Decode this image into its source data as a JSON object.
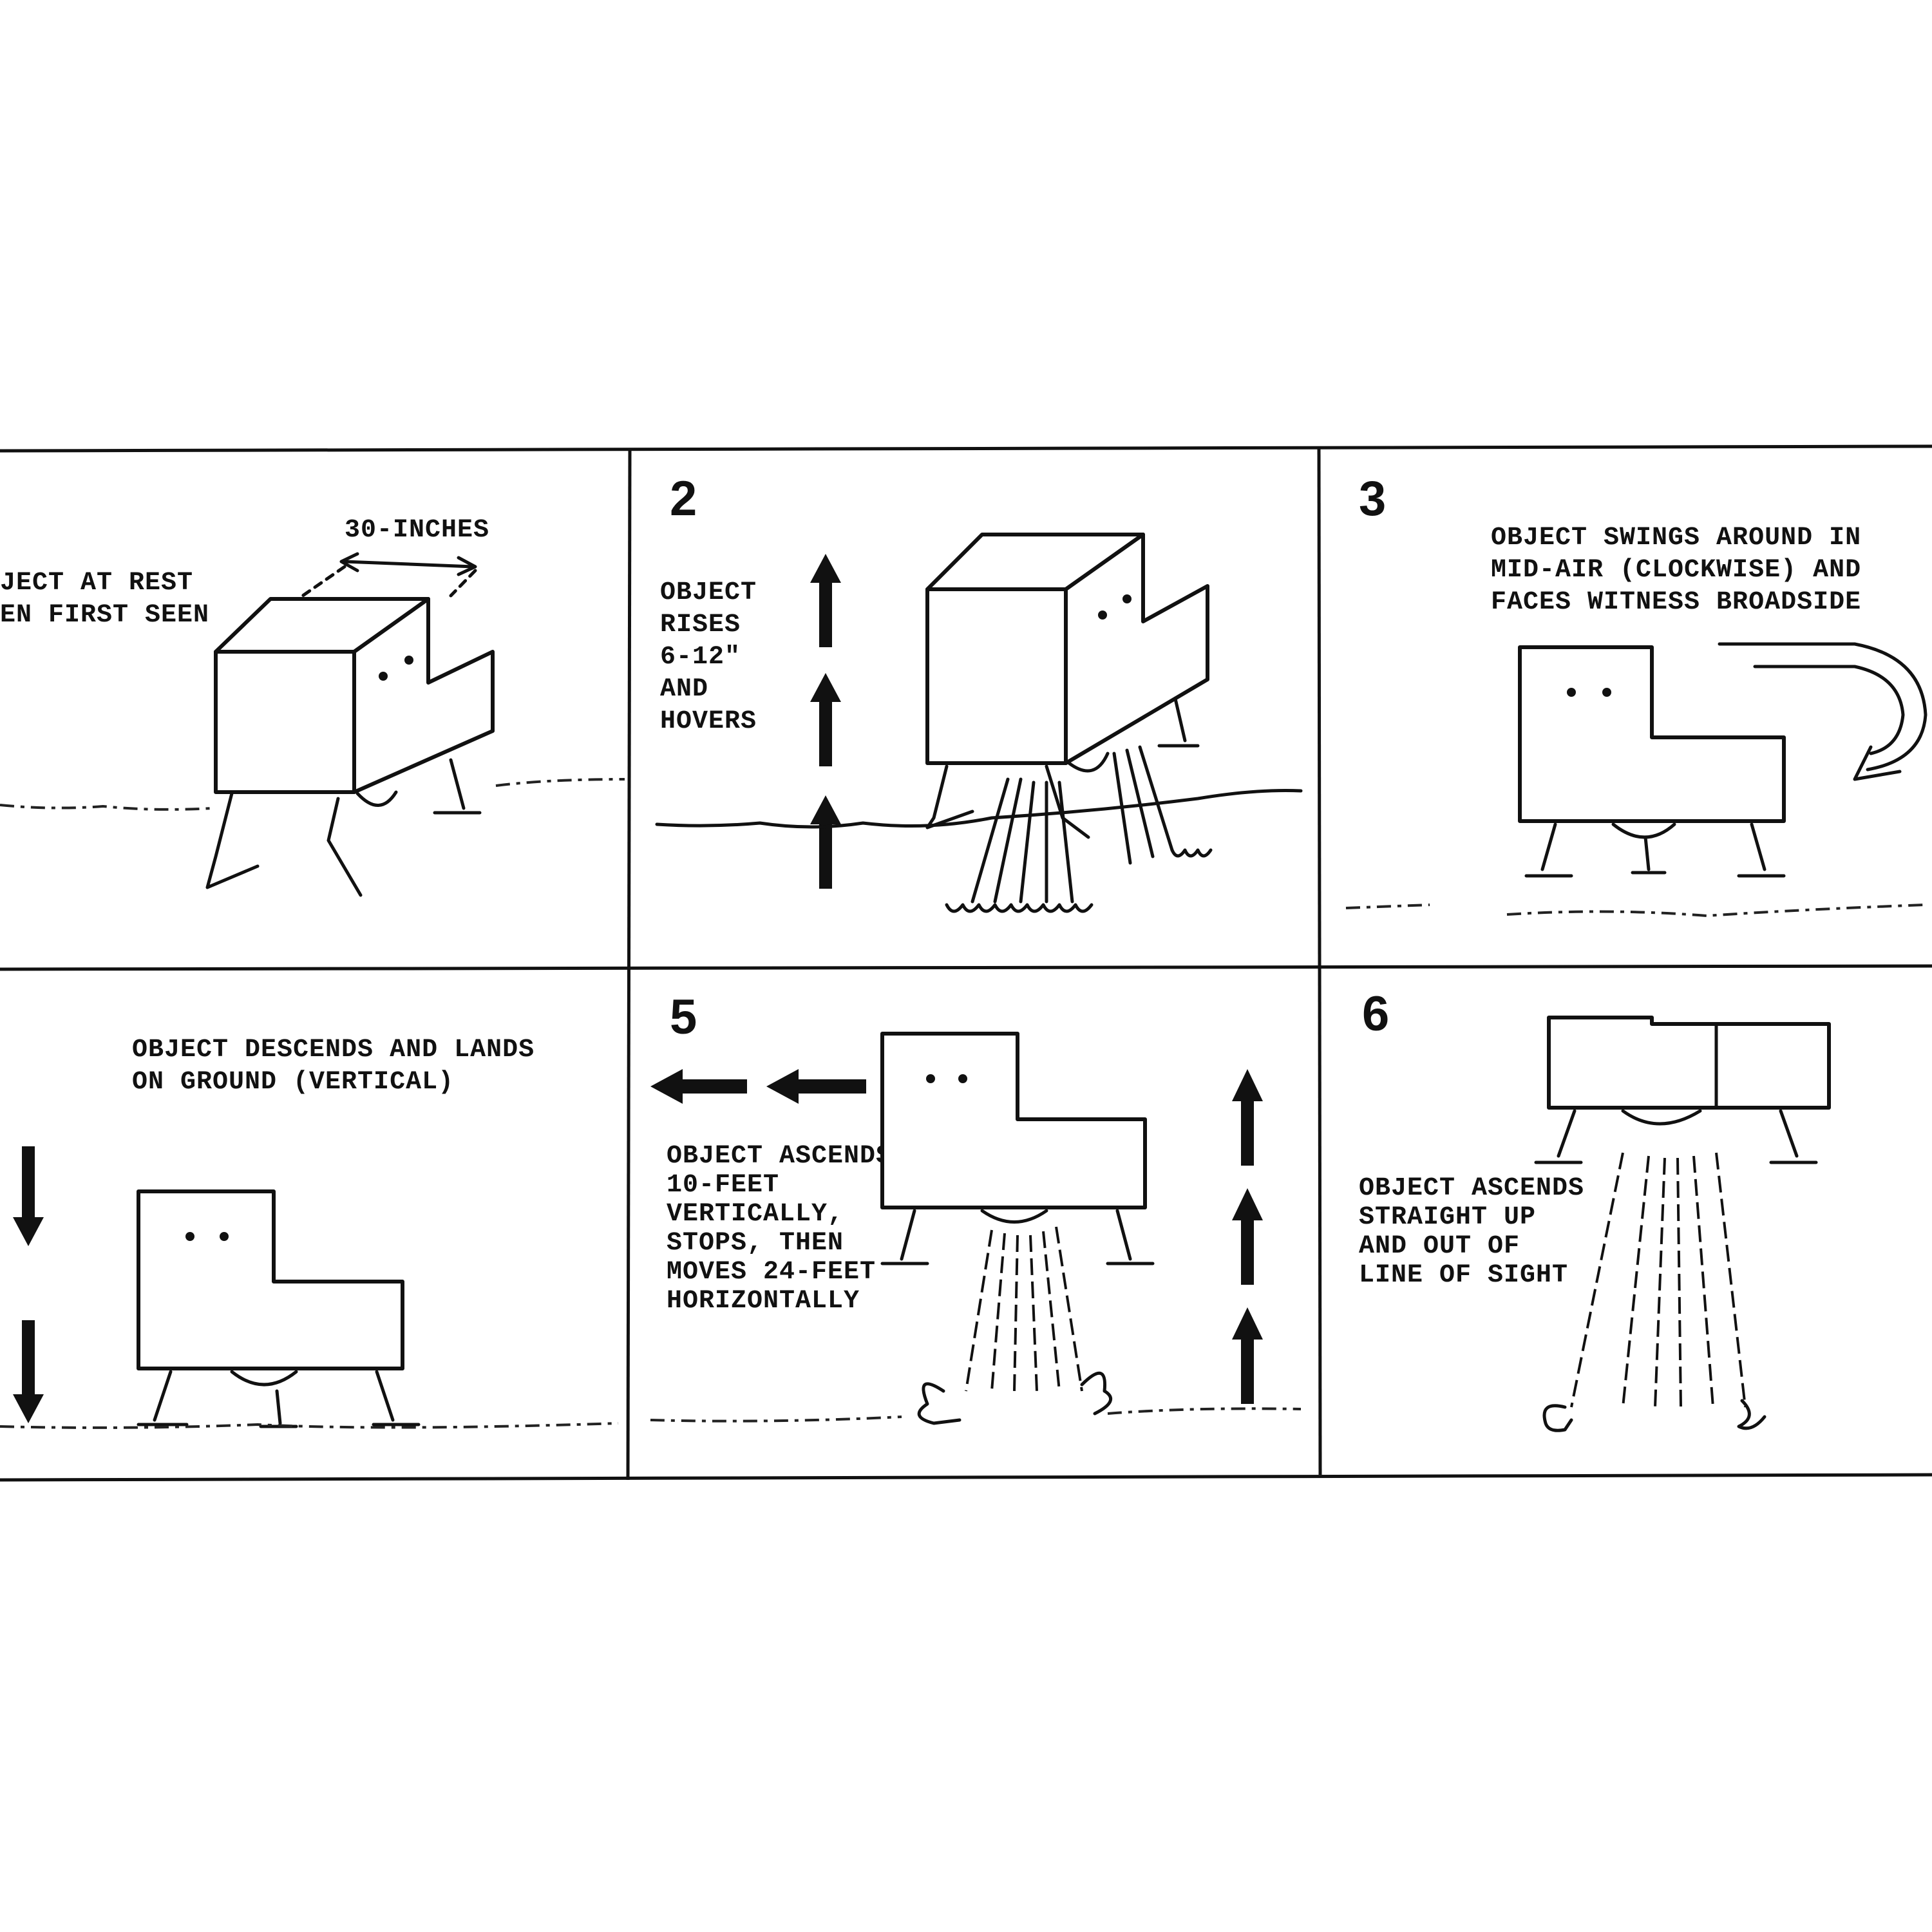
{
  "panels": [
    {
      "number": "",
      "caption": [
        "JECT AT REST",
        "EN FIRST SEEN"
      ],
      "dimension_label": "30-INCHES"
    },
    {
      "number": "2",
      "caption": [
        "OBJECT",
        "RISES",
        "6-12\"",
        "AND",
        "HOVERS"
      ]
    },
    {
      "number": "3",
      "caption": [
        "OBJECT SWINGS AROUND IN",
        "MID-AIR (CLOCKWISE) AND",
        "FACES WITNESS BROADSIDE"
      ]
    },
    {
      "number": "",
      "caption": [
        "OBJECT  DESCENDS AND LANDS",
        "ON GROUND (VERTICAL)"
      ]
    },
    {
      "number": "5",
      "caption": [
        "OBJECT ASCENDS",
        "10-FEET",
        "VERTICALLY,",
        "STOPS, THEN",
        "MOVES 24-FEET",
        "HORIZONTALLY"
      ]
    },
    {
      "number": "6",
      "caption": [
        "OBJECT ASCENDS",
        "STRAIGHT UP",
        "AND OUT OF",
        "LINE OF SIGHT"
      ]
    }
  ]
}
